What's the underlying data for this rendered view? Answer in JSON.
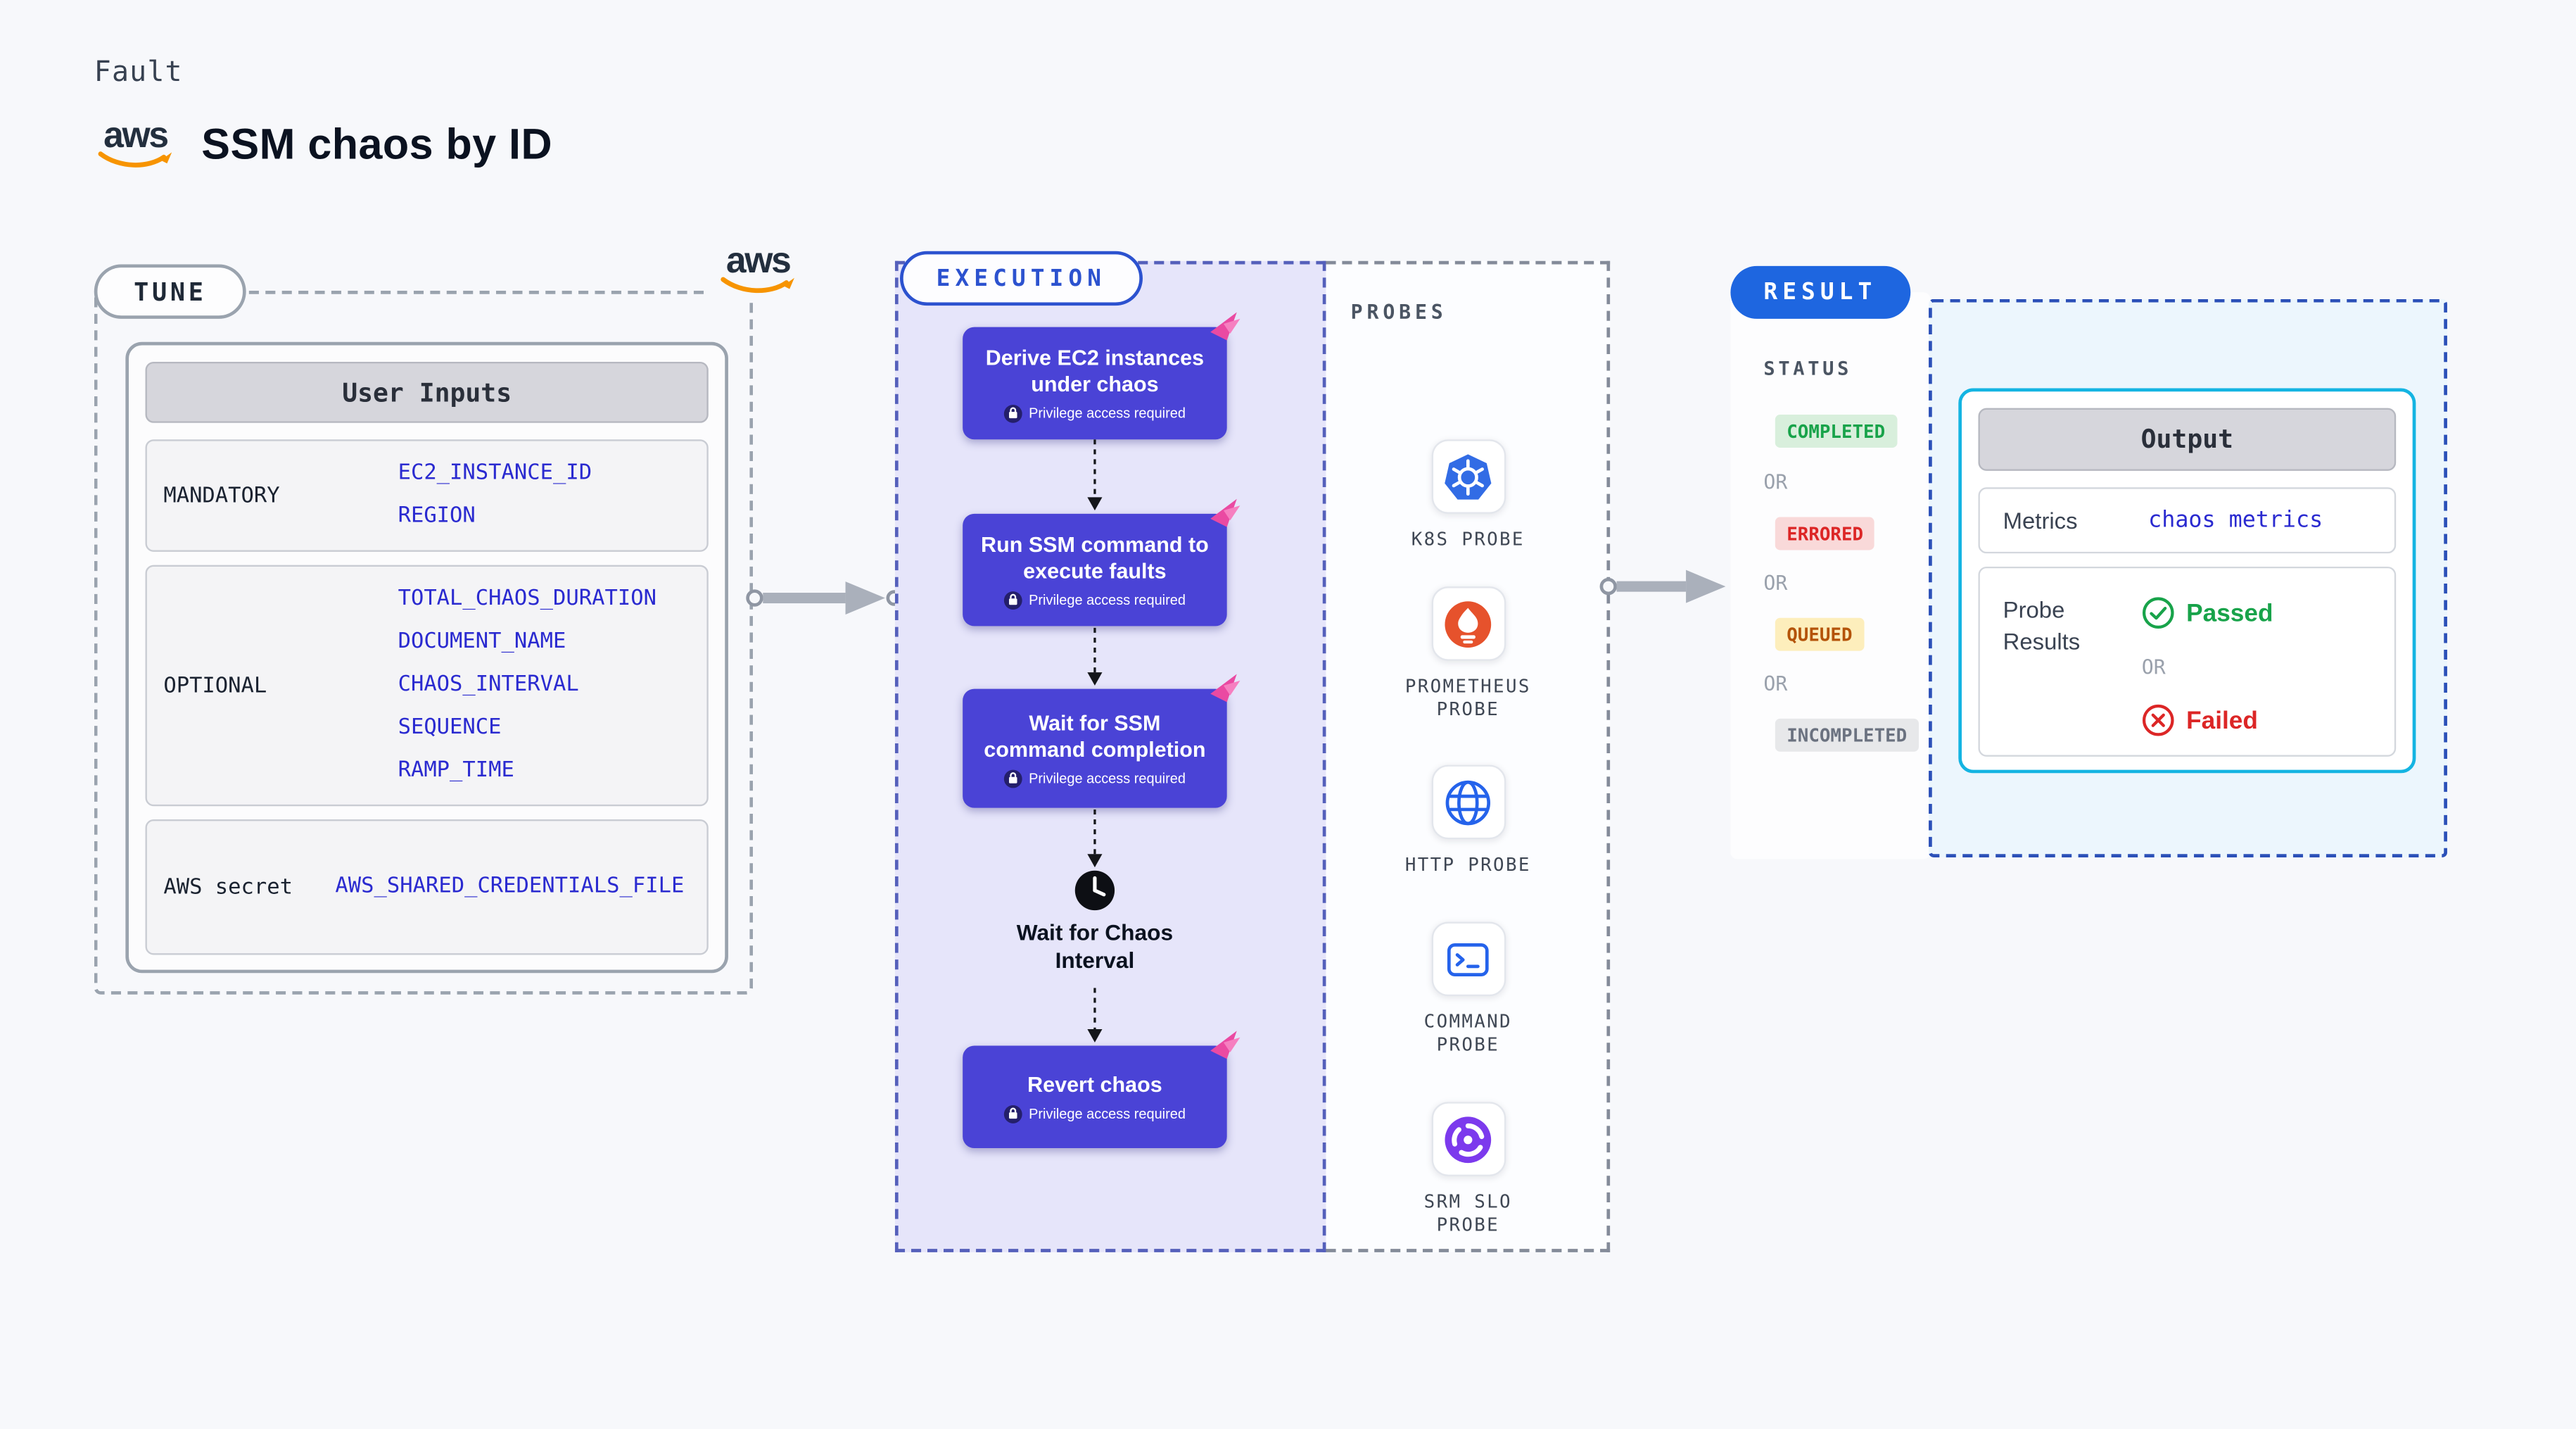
{
  "page": {
    "kicker": "Fault",
    "title": "SSM chaos by ID",
    "brand": "aws"
  },
  "tune": {
    "label": "TUNE",
    "brand": "aws",
    "table": {
      "header": "User Inputs",
      "rows": [
        {
          "label": "MANDATORY",
          "values": [
            "EC2_INSTANCE_ID",
            "REGION"
          ]
        },
        {
          "label": "OPTIONAL",
          "values": [
            "TOTAL_CHAOS_DURATION",
            "DOCUMENT_NAME",
            "CHAOS_INTERVAL",
            "SEQUENCE",
            "RAMP_TIME"
          ]
        },
        {
          "label": "AWS secret",
          "values": [
            "AWS_SHARED_CREDENTIALS_FILE"
          ]
        }
      ]
    }
  },
  "execution": {
    "label": "EXECUTION",
    "privilege_badge": "Privilege access required",
    "wait_label": "Wait for Chaos Interval",
    "steps": [
      {
        "title": "Derive EC2 instances under chaos"
      },
      {
        "title": "Run SSM command to execute faults"
      },
      {
        "title": "Wait for SSM command completion"
      },
      {
        "title": "Revert chaos"
      }
    ]
  },
  "probes": {
    "label": "PROBES",
    "items": [
      {
        "name": "K8S PROBE",
        "icon": "kubernetes-icon"
      },
      {
        "name": "PROMETHEUS PROBE",
        "icon": "prometheus-icon"
      },
      {
        "name": "HTTP PROBE",
        "icon": "globe-icon"
      },
      {
        "name": "COMMAND PROBE",
        "icon": "terminal-icon"
      },
      {
        "name": "SRM SLO PROBE",
        "icon": "srm-slo-icon"
      }
    ]
  },
  "result": {
    "label": "RESULT",
    "status_heading": "STATUS",
    "or_label": "OR",
    "statuses": [
      {
        "label": "COMPLETED",
        "type": "success"
      },
      {
        "label": "ERRORED",
        "type": "error"
      },
      {
        "label": "QUEUED",
        "type": "warning"
      },
      {
        "label": "INCOMPLETED",
        "type": "muted"
      }
    ],
    "output": {
      "header": "Output",
      "metrics_label": "Metrics",
      "metrics_value": "chaos metrics",
      "probe_results_label": "Probe Results",
      "passed": "Passed",
      "failed": "Failed"
    }
  },
  "colors": {
    "bg": "#f7f8fb",
    "link": "#2a2ad0",
    "step": "#4a43d6",
    "lavender": "#e6e5fa",
    "pill_blue": "#1e66e0",
    "exec_blue": "#2c52cf",
    "green": "#18a34a",
    "green_bg": "#d8efdc",
    "red": "#dc2626",
    "red_bg": "#f9d9d9",
    "amber": "#b45309",
    "amber_bg": "#fdeebc",
    "muted": "#6b7280",
    "muted_bg": "#e7e8ea",
    "cyan": "#14b4e2",
    "result_bg": "#ecf6fd",
    "result_border": "#2b50b8",
    "header_bg": "#d6d6dc",
    "row_bg": "#f4f4f6",
    "pink": "#ea4aa2",
    "k8s_blue": "#326ce5",
    "prometheus_orange": "#e6522c",
    "srm_purple": "#7c3aed",
    "aws_orange": "#f79400"
  }
}
